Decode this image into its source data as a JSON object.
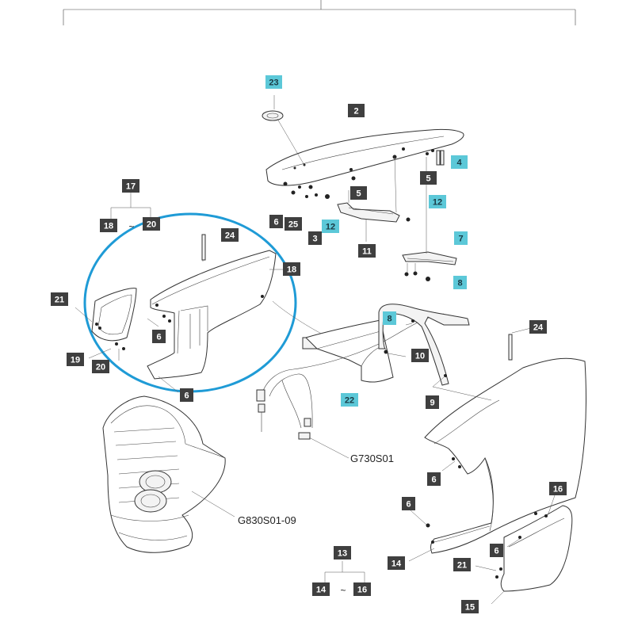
{
  "colors": {
    "dark_label": "#3f3f3f",
    "cyan_label": "#5cc8d8",
    "highlight_circle": "#1f9bd6"
  },
  "labels": {
    "l2": "2",
    "l3": "3",
    "l4": "4",
    "l5a": "5",
    "l5b": "5",
    "l6a": "6",
    "l6b": "6",
    "l6c": "6",
    "l6d": "6",
    "l6e": "6",
    "l6f": "6",
    "l7": "7",
    "l8a": "8",
    "l8b": "8",
    "l9": "9",
    "l10": "10",
    "l11": "11",
    "l12a": "12",
    "l12b": "12",
    "l13": "13",
    "l14a": "14",
    "l14b": "14",
    "l15": "15",
    "l16a": "16",
    "l16b": "16",
    "l17": "17",
    "l18a": "18",
    "l18b": "18",
    "l19": "19",
    "l20a": "20",
    "l20b": "20",
    "l21a": "21",
    "l21b": "21",
    "l22": "22",
    "l23": "23",
    "l24a": "24",
    "l24b": "24",
    "l25": "25"
  },
  "refs": {
    "harness": "G730S01",
    "grille": "G830S01-09"
  },
  "range_tilde": "~"
}
